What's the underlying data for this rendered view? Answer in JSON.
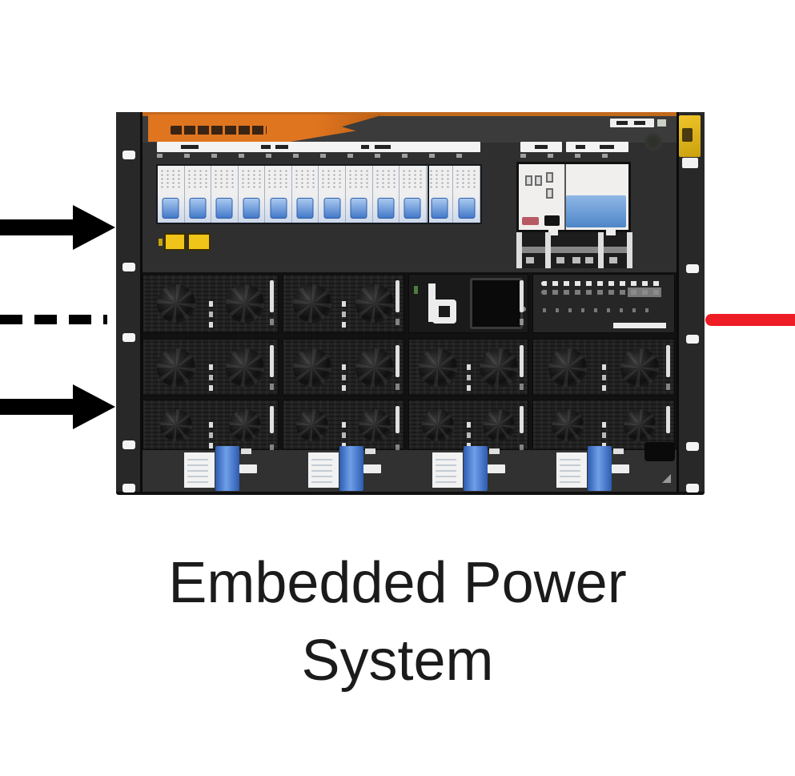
{
  "caption": {
    "line1": "Embedded Power",
    "line2": "System"
  },
  "colors": {
    "arrow_black": "#000000",
    "output_line_red": "#ee1c24",
    "brand_orange": "#e0751f",
    "breaker_blue": "#4479c9",
    "warning_yellow": "#f0c419",
    "chassis_gray": "#2f2f2f",
    "caption_text": "#1b1b1b"
  },
  "lines": {
    "left_top": {
      "style": "solid",
      "arrowhead": true,
      "points_to": "breaker-panel"
    },
    "left_middle": {
      "style": "dashed",
      "arrowhead": false,
      "points_to": "rectifier-rows"
    },
    "left_bottom": {
      "style": "solid",
      "arrowhead": true,
      "points_to": "rectifier-rows"
    },
    "right_output": {
      "style": "solid",
      "arrowhead": false,
      "color": "#ee1c24"
    }
  }
}
